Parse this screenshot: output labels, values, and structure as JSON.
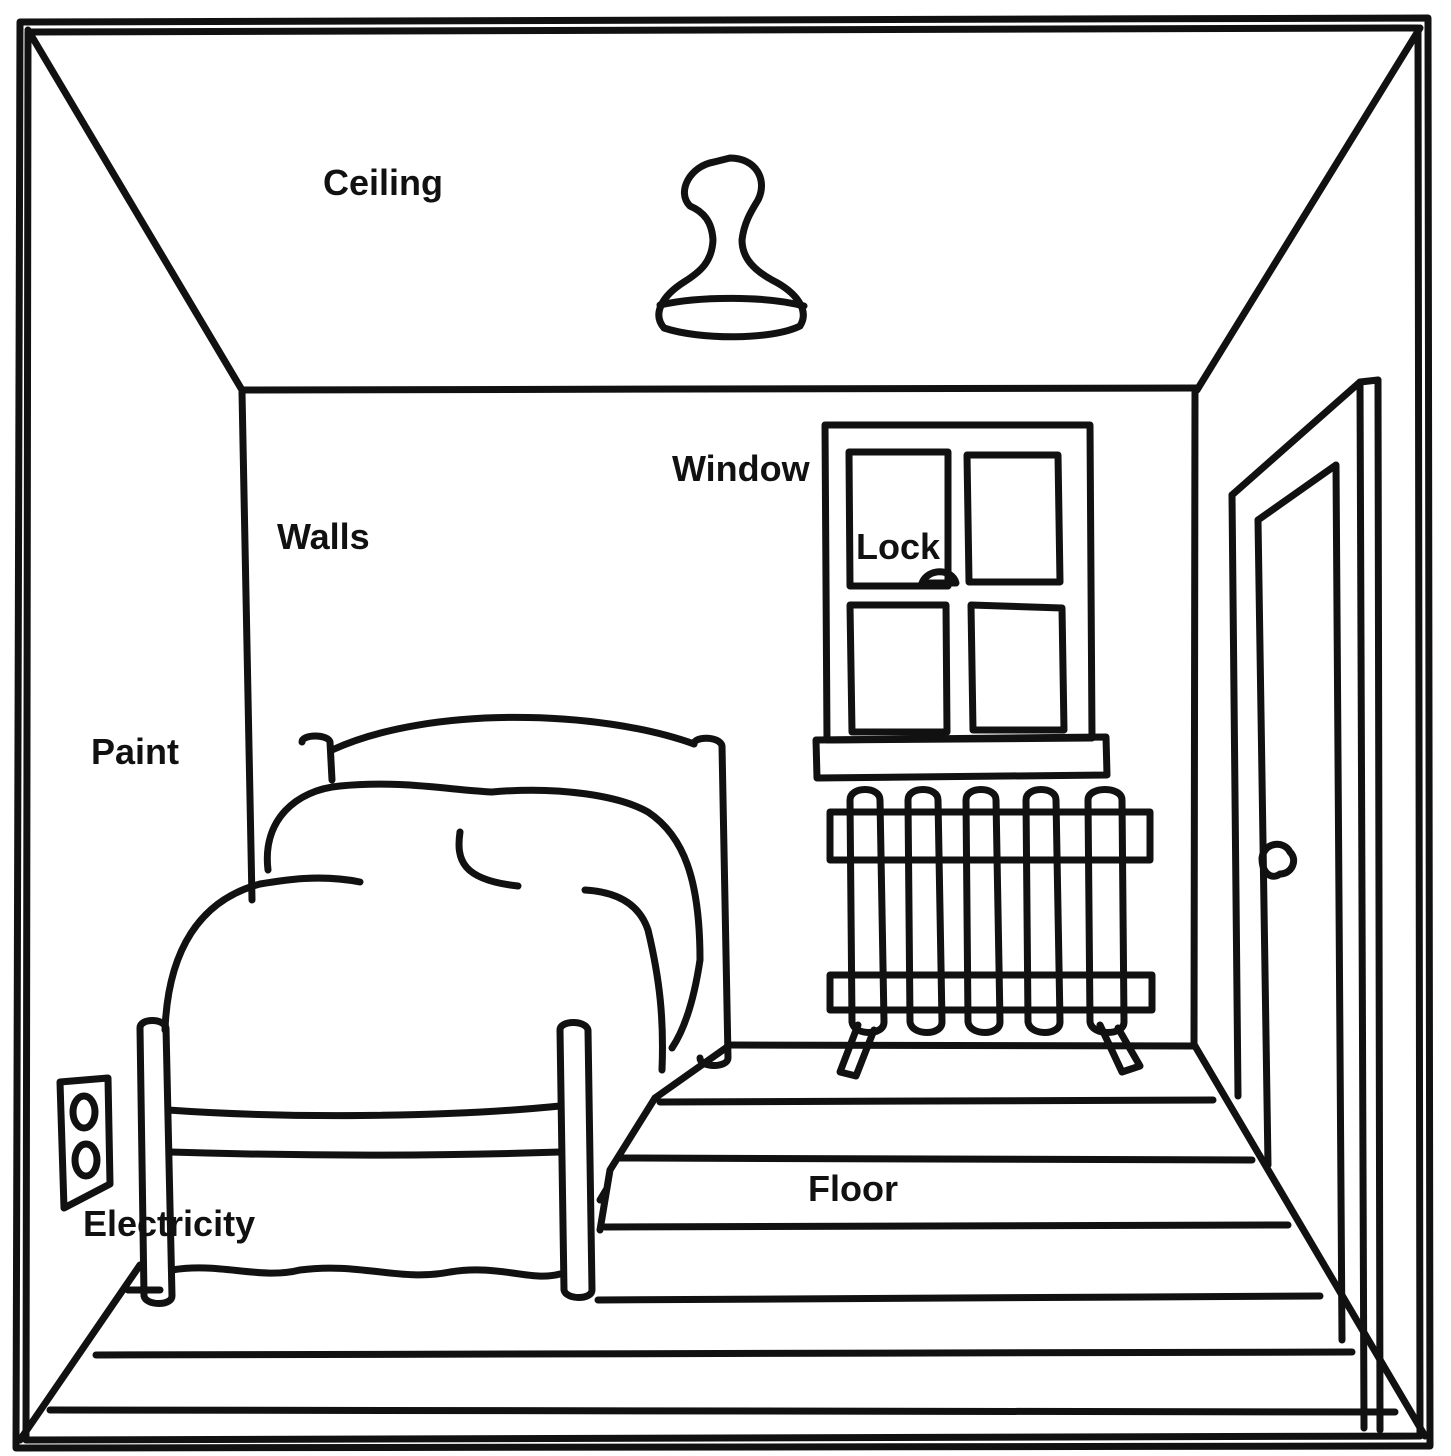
{
  "labels": {
    "ceiling": "Ceiling",
    "window": "Window",
    "walls": "Walls",
    "lock": "Lock",
    "paint": "Paint",
    "floor": "Floor",
    "electricity": "Electricity"
  },
  "colors": {
    "ink": "#111111",
    "paper": "#ffffff"
  }
}
